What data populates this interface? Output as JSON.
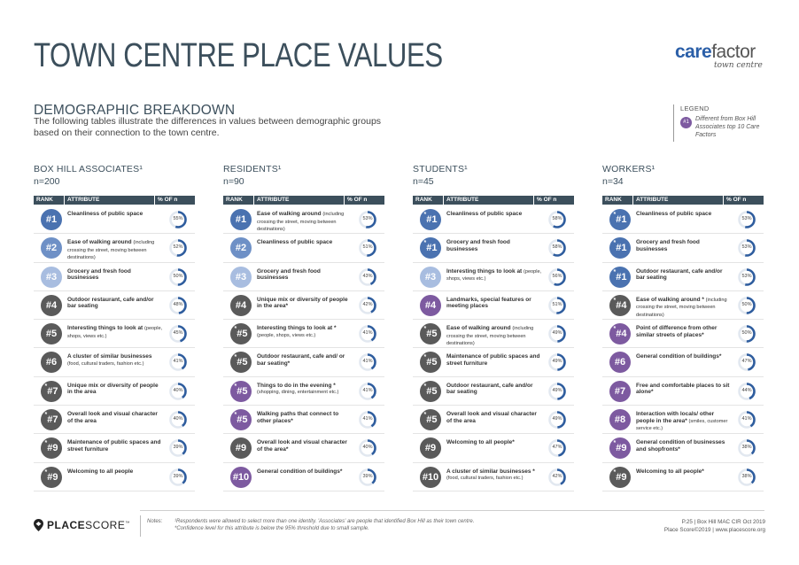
{
  "page": {
    "title_light": "TOWN CENTRE",
    "title_bold": "PLACE VALUES",
    "logo_word1": "care",
    "logo_word2": "factor",
    "logo_sub": "town centre",
    "section_heading": "DEMOGRAPHIC BREAKDOWN",
    "section_text": "The following tables illustrate the differences in values between demographic groups based on their connection to the town centre."
  },
  "legend": {
    "heading": "LEGEND",
    "badge": "#1",
    "text": "Different from Box Hill Associates top 10 Care Factors"
  },
  "colors": {
    "navy": "#3c4f5c",
    "blue_dark": "#4a72b0",
    "blue_mid": "#6e90c6",
    "blue_light": "#a8bde0",
    "grey_dark": "#5a5a5a",
    "purple": "#7d5aa0",
    "ring_fill": "#2f5d9e",
    "ring_bg": "#e2e8f0"
  },
  "table_headers": {
    "rank": "RANK",
    "attribute": "ATTRIBUTE",
    "pct": "% OF n"
  },
  "groups": [
    {
      "name": "BOX HILL ASSOCIATES¹",
      "n": "n=200",
      "rows": [
        {
          "rank": "#1",
          "ast": "",
          "color": "#4a72b0",
          "title": "Cleanliness of public space",
          "detail": "",
          "pct": "55%",
          "value": 55
        },
        {
          "rank": "#2",
          "ast": "",
          "color": "#6e90c6",
          "title": "Ease of walking around",
          "detail": "(including crossing the street, moving between destinations)",
          "pct": "52%",
          "value": 52
        },
        {
          "rank": "#3",
          "ast": "",
          "color": "#a8bde0",
          "title": "Grocery and fresh food businesses",
          "detail": "",
          "pct": "50%",
          "value": 50
        },
        {
          "rank": "#4",
          "ast": "",
          "color": "#5a5a5a",
          "title": "Outdoor restaurant, cafe and/or bar seating",
          "detail": "",
          "pct": "48%",
          "value": 48
        },
        {
          "rank": "#5",
          "ast": "",
          "color": "#5a5a5a",
          "title": "Interesting things to look at",
          "detail": "(people, shops, views etc.)",
          "pct": "45%",
          "value": 45
        },
        {
          "rank": "#6",
          "ast": "",
          "color": "#5a5a5a",
          "title": "A cluster of similar businesses",
          "detail": "(food, cultural traders, fashion etc.)",
          "pct": "41%",
          "value": 41
        },
        {
          "rank": "#7",
          "ast": "*",
          "color": "#5a5a5a",
          "title": "Unique mix or diversity of people in the area",
          "detail": "",
          "pct": "40%",
          "value": 40
        },
        {
          "rank": "#7",
          "ast": "*",
          "color": "#5a5a5a",
          "title": "Overall look and visual character of the area",
          "detail": "",
          "pct": "40%",
          "value": 40
        },
        {
          "rank": "#9",
          "ast": "*",
          "color": "#5a5a5a",
          "title": "Maintenance of public spaces and street furniture",
          "detail": "",
          "pct": "39%",
          "value": 39
        },
        {
          "rank": "#9",
          "ast": "*",
          "color": "#5a5a5a",
          "title": "Welcoming to all people",
          "detail": "",
          "pct": "39%",
          "value": 39
        }
      ]
    },
    {
      "name": "RESIDENTS¹",
      "n": "n=90",
      "rows": [
        {
          "rank": "#1",
          "ast": "",
          "color": "#4a72b0",
          "title": "Ease of walking around",
          "detail": "(including crossing the street, moving between destinations)",
          "pct": "53%",
          "value": 53
        },
        {
          "rank": "#2",
          "ast": "",
          "color": "#6e90c6",
          "title": "Cleanliness of public space",
          "detail": "",
          "pct": "51%",
          "value": 51
        },
        {
          "rank": "#3",
          "ast": "",
          "color": "#a8bde0",
          "title": "Grocery and fresh food businesses",
          "detail": "",
          "pct": "43%",
          "value": 43
        },
        {
          "rank": "#4",
          "ast": "",
          "color": "#5a5a5a",
          "title": "Unique mix or diversity of people in the area*",
          "detail": "",
          "pct": "42%",
          "value": 42
        },
        {
          "rank": "#5",
          "ast": "*",
          "color": "#5a5a5a",
          "title": "Interesting things to look at *",
          "detail": "(people, shops, views etc.)",
          "pct": "41%",
          "value": 41
        },
        {
          "rank": "#5",
          "ast": "*",
          "color": "#5a5a5a",
          "title": "Outdoor restaurant, cafe and/ or bar seating*",
          "detail": "",
          "pct": "41%",
          "value": 41
        },
        {
          "rank": "#5",
          "ast": "*",
          "color": "#7d5aa0",
          "title": "Things to do in the evening *",
          "detail": "(shopping, dining, entertainment etc.)",
          "pct": "41%",
          "value": 41
        },
        {
          "rank": "#5",
          "ast": "*",
          "color": "#7d5aa0",
          "title": "Walking paths that connect to other places*",
          "detail": "",
          "pct": "41%",
          "value": 41
        },
        {
          "rank": "#9",
          "ast": "",
          "color": "#5a5a5a",
          "title": "Overall look and visual character of the area*",
          "detail": "",
          "pct": "40%",
          "value": 40
        },
        {
          "rank": "#10",
          "ast": "",
          "color": "#7d5aa0",
          "title": "General condition of buildings*",
          "detail": "",
          "pct": "39%",
          "value": 39
        }
      ]
    },
    {
      "name": "STUDENTS¹",
      "n": "n=45",
      "rows": [
        {
          "rank": "#1",
          "ast": "*",
          "color": "#4a72b0",
          "title": "Cleanliness of public space",
          "detail": "",
          "pct": "58%",
          "value": 58
        },
        {
          "rank": "#1",
          "ast": "*",
          "color": "#4a72b0",
          "title": "Grocery and fresh food businesses",
          "detail": "",
          "pct": "58%",
          "value": 58
        },
        {
          "rank": "#3",
          "ast": "",
          "color": "#a8bde0",
          "title": "Interesting things to look at",
          "detail": "(people, shops, views etc.)",
          "pct": "56%",
          "value": 56
        },
        {
          "rank": "#4",
          "ast": "",
          "color": "#7d5aa0",
          "title": "Landmarks, special features or meeting places",
          "detail": "",
          "pct": "51%",
          "value": 51
        },
        {
          "rank": "#5",
          "ast": "*",
          "color": "#5a5a5a",
          "title": "Ease of walking around",
          "detail": "(including crossing the street, moving between destinations)",
          "pct": "49%",
          "value": 49
        },
        {
          "rank": "#5",
          "ast": "*",
          "color": "#5a5a5a",
          "title": "Maintenance of public spaces and street furniture",
          "detail": "",
          "pct": "49%",
          "value": 49
        },
        {
          "rank": "#5",
          "ast": "*",
          "color": "#5a5a5a",
          "title": "Outdoor restaurant, cafe and/or bar seating",
          "detail": "",
          "pct": "49%",
          "value": 49
        },
        {
          "rank": "#5",
          "ast": "*",
          "color": "#5a5a5a",
          "title": "Overall look and visual character of the area",
          "detail": "",
          "pct": "49%",
          "value": 49
        },
        {
          "rank": "#9",
          "ast": "",
          "color": "#5a5a5a",
          "title": "Welcoming to all people*",
          "detail": "",
          "pct": "47%",
          "value": 47
        },
        {
          "rank": "#10",
          "ast": "",
          "color": "#5a5a5a",
          "title": "A cluster of similar businesses *",
          "detail": "(food, cultural traders, fashion etc.)",
          "pct": "42%",
          "value": 42
        }
      ]
    },
    {
      "name": "WORKERS¹",
      "n": "n=34",
      "rows": [
        {
          "rank": "#1",
          "ast": "*",
          "color": "#4a72b0",
          "title": "Cleanliness of public space",
          "detail": "",
          "pct": "53%",
          "value": 53
        },
        {
          "rank": "#1",
          "ast": "*",
          "color": "#4a72b0",
          "title": "Grocery and fresh food businesses",
          "detail": "",
          "pct": "53%",
          "value": 53
        },
        {
          "rank": "#1",
          "ast": "*",
          "color": "#4a72b0",
          "title": "Outdoor restaurant, cafe and/or bar seating",
          "detail": "",
          "pct": "53%",
          "value": 53
        },
        {
          "rank": "#4",
          "ast": "*",
          "color": "#5a5a5a",
          "title": "Ease of walking around *",
          "detail": "(including crossing the street, moving between destinations)",
          "pct": "50%",
          "value": 50
        },
        {
          "rank": "#4",
          "ast": "*",
          "color": "#7d5aa0",
          "title": "Point of difference from other similar streets of places*",
          "detail": "",
          "pct": "50%",
          "value": 50
        },
        {
          "rank": "#6",
          "ast": "",
          "color": "#7d5aa0",
          "title": "General condition of buildings*",
          "detail": "",
          "pct": "47%",
          "value": 47
        },
        {
          "rank": "#7",
          "ast": "",
          "color": "#7d5aa0",
          "title": "Free and comfortable places to sit alone*",
          "detail": "",
          "pct": "44%",
          "value": 44
        },
        {
          "rank": "#8",
          "ast": "",
          "color": "#7d5aa0",
          "title": "Interaction with locals/ other people in the area*",
          "detail": "(smiles, customer service etc.)",
          "pct": "41%",
          "value": 41
        },
        {
          "rank": "#9",
          "ast": "*",
          "color": "#7d5aa0",
          "title": "General condition of businesses and shopfronts*",
          "detail": "",
          "pct": "38%",
          "value": 38
        },
        {
          "rank": "#9",
          "ast": "*",
          "color": "#5a5a5a",
          "title": "Welcoming to all people*",
          "detail": "",
          "pct": "38%",
          "value": 38
        }
      ]
    }
  ],
  "footer": {
    "brand_bold": "PLACE",
    "brand_light": "SCORE",
    "brand_tm": "™",
    "notes_label": "Notes:",
    "notes_text": "¹Respondents were allowed to select more than one identity. 'Associates' are people that identified Box Hill as their town centre. *Confidence level for this attribute is below the 95% threshold due to small sample.",
    "page_line1": "P.25  |  Box Hill MAC CIR Oct 2019",
    "page_line2": "Place Score©2019  |  www.placescore.org"
  }
}
